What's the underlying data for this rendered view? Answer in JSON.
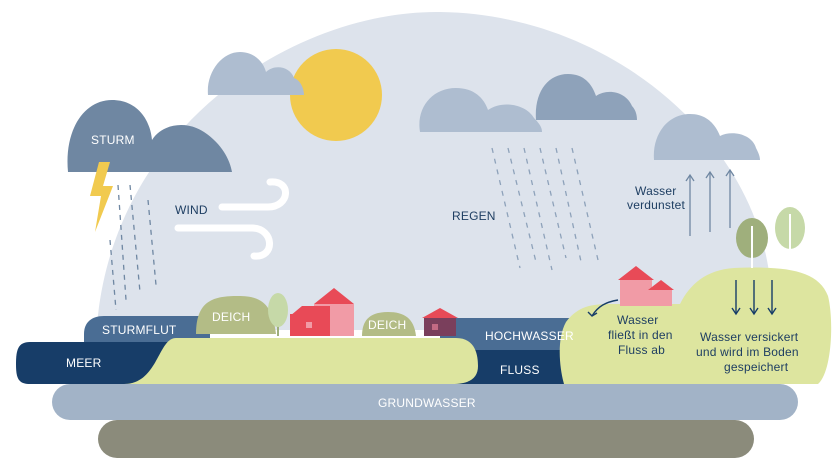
{
  "labels": {
    "sturm": "STURM",
    "wind": "WIND",
    "regen": "REGEN",
    "wasser_verdunstet_1": "Wasser",
    "wasser_verdunstet_2": "verdunstet",
    "sturmflut": "STURMFLUT",
    "deich_left": "DEICH",
    "deich_right": "DEICH",
    "hochwasser": "HOCHWASSER",
    "meer": "MEER",
    "fluss": "FLUSS",
    "abfluss_1": "Wasser",
    "abfluss_2": "fließt in den",
    "abfluss_3": "Fluss ab",
    "versickert_1": "Wasser versickert",
    "versickert_2": "und wird im Boden",
    "versickert_3": "gespeichert",
    "grundwasser": "GRUNDWASSER"
  },
  "colors": {
    "sky": "#dde3ec",
    "cloud_dark": "#6f87a2",
    "cloud_mid": "#8ea2ba",
    "cloud_light": "#aebdd0",
    "sun": "#f1ca4f",
    "lightning": "#f1ca4f",
    "land": "#dde59f",
    "sea_dark": "#173d68",
    "water_mid": "#4a6d94",
    "groundwater": "#a2b3c7",
    "bedrock": "#8b8b7b",
    "house_red": "#e84a57",
    "house_pink": "#f19ba6",
    "house_purple": "#7a3f5c",
    "tree_green": "#9faf7c",
    "tree_light": "#c6d9a8"
  }
}
